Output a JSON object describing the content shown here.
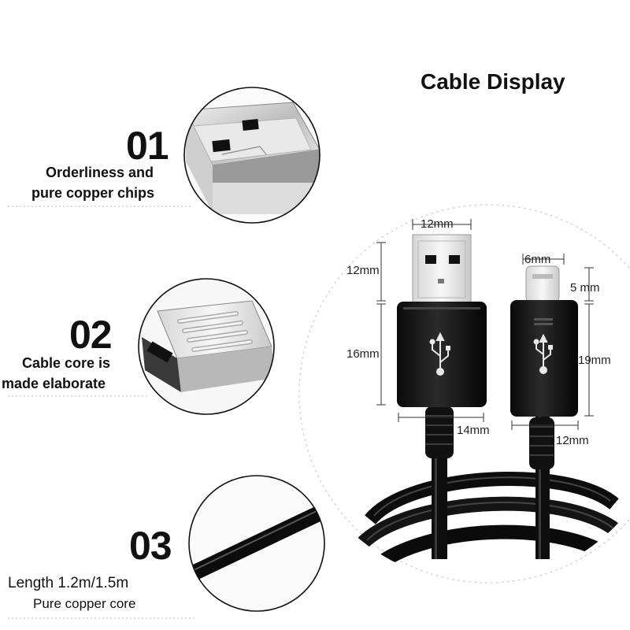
{
  "title": "Cable Display",
  "features": [
    {
      "number": "01",
      "line1": "Orderliness and",
      "line2": "pure copper chips"
    },
    {
      "number": "02",
      "line1": "Cable core is",
      "line2": "made elaborate"
    },
    {
      "number": "03",
      "line1": "Length 1.2m/1.5m",
      "line2": "Pure copper core"
    }
  ],
  "dimensions": {
    "usb_plug_width": "12mm",
    "usb_plug_height": "12mm",
    "usb_housing_height": "16mm",
    "usb_housing_width": "14mm",
    "micro_plug_width": "6mm",
    "micro_plug_height": "5 mm",
    "micro_housing_height": "19mm",
    "micro_housing_width": "12mm"
  }
}
